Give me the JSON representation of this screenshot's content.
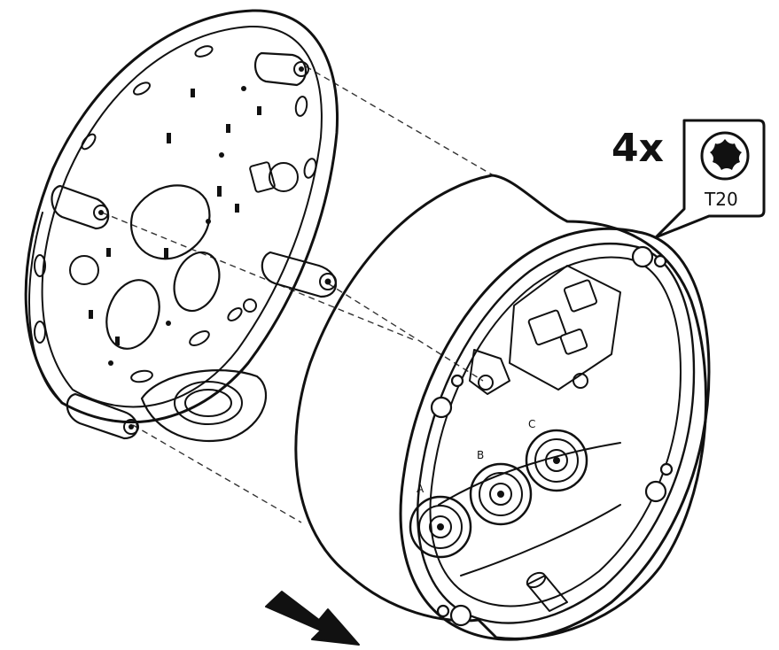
{
  "callout": {
    "quantity": "4x",
    "tool_label": "T20",
    "tool_icon": "torx-icon"
  },
  "bezel_labels": [
    "A",
    "B",
    "C"
  ],
  "colors": {
    "line": "#111111",
    "background": "#ffffff"
  }
}
